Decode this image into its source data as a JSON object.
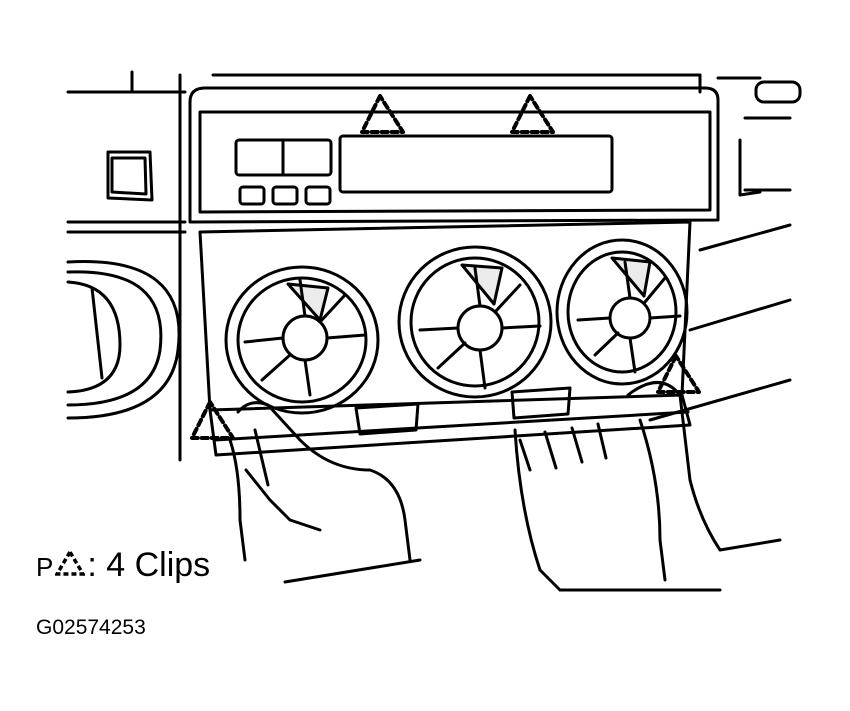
{
  "legend": {
    "prefix": "P",
    "symbol": "dashed-triangle-clip-icon",
    "text": ": 4 Clips"
  },
  "figure_code": "G02574253",
  "colors": {
    "ink": "#000000",
    "paper": "#ffffff"
  }
}
